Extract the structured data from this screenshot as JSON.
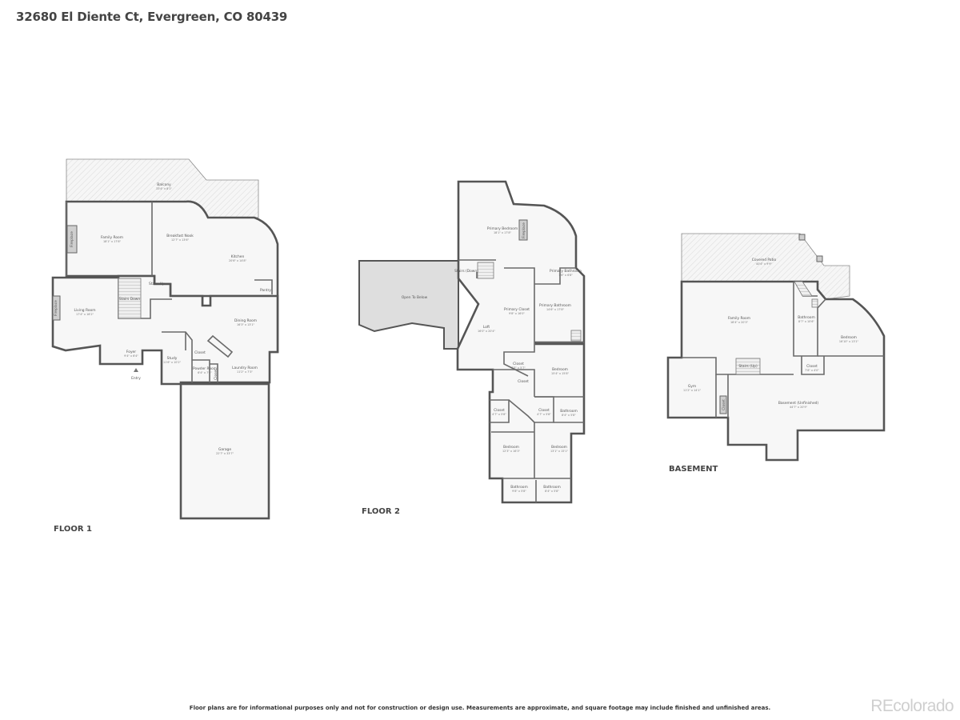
{
  "title": "32680 El Diente Ct, Evergreen, CO 80439",
  "floors": {
    "floor1": {
      "label": "FLOOR 1",
      "rooms": {
        "balcony": {
          "name": "Balcony",
          "dims": "33'4\" x 8'1\""
        },
        "family_room": {
          "name": "Family Room",
          "dims": "18'1\" x 17'8\""
        },
        "breakfast_nook": {
          "name": "Breakfast Nook",
          "dims": "12'7\" x 13'6\""
        },
        "kitchen": {
          "name": "Kitchen",
          "dims": "20'6\" x 14'8\""
        },
        "pantry": {
          "name": "Pantry"
        },
        "stairs_down": {
          "name": "Stairs Down"
        },
        "stairs_up": {
          "name": "Stairs Up"
        },
        "living_room": {
          "name": "Living Room",
          "dims": "17'4\" x 16'2\""
        },
        "dining_room": {
          "name": "Dining Room",
          "dims": "16'3\" x 13'1\""
        },
        "foyer": {
          "name": "Foyer",
          "dims": "9'4\" x 6'4\""
        },
        "study": {
          "name": "Study",
          "dims": "11'6\" x 10'2\""
        },
        "closet_a": {
          "name": "Closet"
        },
        "closet_b": {
          "name": "Closet"
        },
        "powder_room": {
          "name": "Powder Room",
          "dims": "6'4\" x 7'4\""
        },
        "laundry_room": {
          "name": "Laundry Room",
          "dims": "11'2\" x 7'3\""
        },
        "entry": {
          "name": "Entry"
        },
        "garage": {
          "name": "Garage",
          "dims": "22'7\" x 33'7\""
        },
        "fireplace_a": {
          "name": "Fireplace"
        },
        "fireplace_b": {
          "name": "Fireplace"
        }
      }
    },
    "floor2": {
      "label": "FLOOR 2",
      "rooms": {
        "primary_bedroom": {
          "name": "Primary Bedroom",
          "dims": "18'1\" x 17'8\""
        },
        "fireplace": {
          "name": "Fireplace"
        },
        "open_to_below": {
          "name": "Open To Below"
        },
        "stairs_down": {
          "name": "Stairs (Down)"
        },
        "primary_bathroom_small": {
          "name": "Primary Bathroom",
          "dims": "7'6\" x 6'8\""
        },
        "primary_closet": {
          "name": "Primary Closet",
          "dims": "9'8\" x 16'0\""
        },
        "primary_bathroom": {
          "name": "Primary Bathroom",
          "dims": "14'6\" x 17'8\""
        },
        "loft": {
          "name": "Loft",
          "dims": "16'0\" x 20'4\""
        },
        "closet_a": {
          "name": "Closet",
          "dims": "7'8\" x 5'7\""
        },
        "closet_b": {
          "name": "Closet"
        },
        "bedroom_a": {
          "name": "Bedroom",
          "dims": "15'4\" x 15'8\""
        },
        "closet_c": {
          "name": "Closet",
          "dims": "4'7\" x 5'8\""
        },
        "closet_d": {
          "name": "Closet",
          "dims": "4'7\" x 5'8\""
        },
        "bathroom_a": {
          "name": "Bathroom",
          "dims": "8'4\" x 5'8\""
        },
        "bedroom_b": {
          "name": "Bedroom",
          "dims": "12'3\" x 16'3\""
        },
        "bedroom_c": {
          "name": "Bedroom",
          "dims": "13'1\" x 15'1\""
        },
        "bathroom_b": {
          "name": "Bathroom",
          "dims": "9'8\" x 5'8\""
        },
        "bathroom_c": {
          "name": "Bathroom",
          "dims": "8'4\" x 5'8\""
        }
      }
    },
    "basement": {
      "label": "BASEMENT",
      "rooms": {
        "covered_patio": {
          "name": "Covered Patio",
          "dims": "40'4\" x 9'9\""
        },
        "family_room": {
          "name": "Family Room",
          "dims": "18'4\" x 20'3\""
        },
        "bathroom": {
          "name": "Bathroom",
          "dims": "8'7\" x 10'6\""
        },
        "bedroom": {
          "name": "Bedroom",
          "dims": "16'10\" x 13'1\""
        },
        "stairs_up": {
          "name": "Stairs (Up)"
        },
        "closet": {
          "name": "Closet",
          "dims": "7'8\" x 4'0\""
        },
        "gym": {
          "name": "Gym",
          "dims": "11'2\" x 14'1\""
        },
        "closet_side": {
          "name": "Closet"
        },
        "basement_unfinished": {
          "name": "Basement (Unfinished)",
          "dims": "44'7\" x 20'9\""
        }
      }
    }
  },
  "disclaimer": "Floor plans are for informational purposes only and not for construction or design use. Measurements are approximate, and square footage may include finished and unfinished areas.",
  "brand": "REcolorado"
}
